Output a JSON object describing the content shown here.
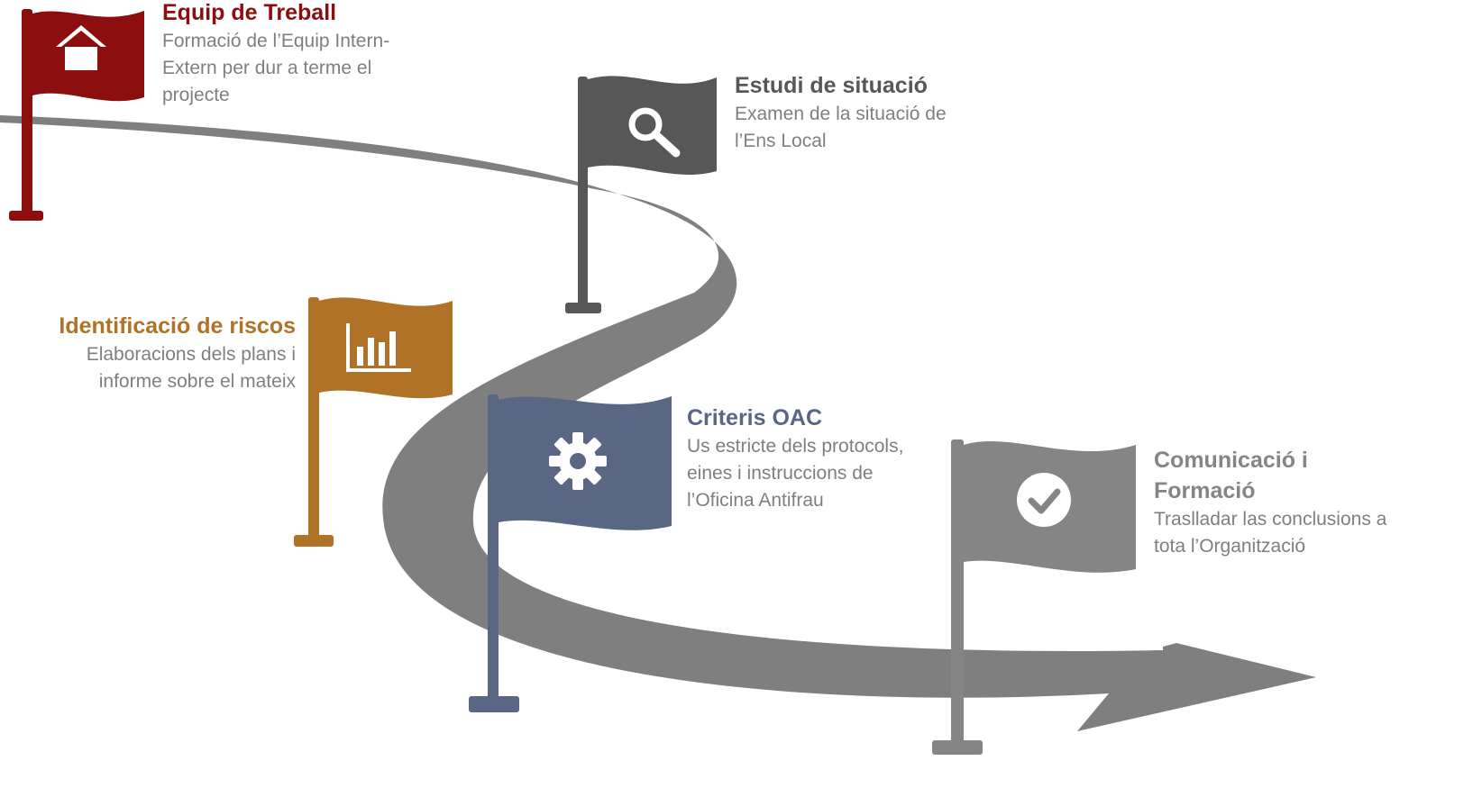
{
  "colors": {
    "road": "#7f7f7f",
    "red": "#8c0e0e",
    "dark_gray": "#575757",
    "orange": "#b07226",
    "blue": "#5a6784",
    "gray": "#858585",
    "description": "#7f7f7f"
  },
  "steps": [
    {
      "title": "Equip de Treball",
      "description": [
        "Formació de l’Equip Intern-",
        "Extern per dur a terme el",
        "projecte"
      ],
      "icon": "home-icon",
      "color": "#8c0e0e"
    },
    {
      "title": "Estudi de situació",
      "description": [
        "Examen de la situació de",
        "l’Ens Local"
      ],
      "icon": "search-icon",
      "color": "#575757"
    },
    {
      "title": "Identificació de riscos",
      "description": [
        "Elaboracions dels plans i",
        "informe sobre el mateix"
      ],
      "icon": "bar-chart-icon",
      "color": "#b07226"
    },
    {
      "title": "Criteris OAC",
      "description": [
        "Us estricte dels protocols,",
        "eines i instruccions de",
        "l’Oficina Antifrau"
      ],
      "icon": "gear-icon",
      "color": "#5a6784"
    },
    {
      "title": [
        "Comunicació i",
        "Formació"
      ],
      "description": [
        "Traslladar las conclusions a",
        "tota l’Organització"
      ],
      "icon": "check-circle-icon",
      "color": "#858585"
    }
  ]
}
